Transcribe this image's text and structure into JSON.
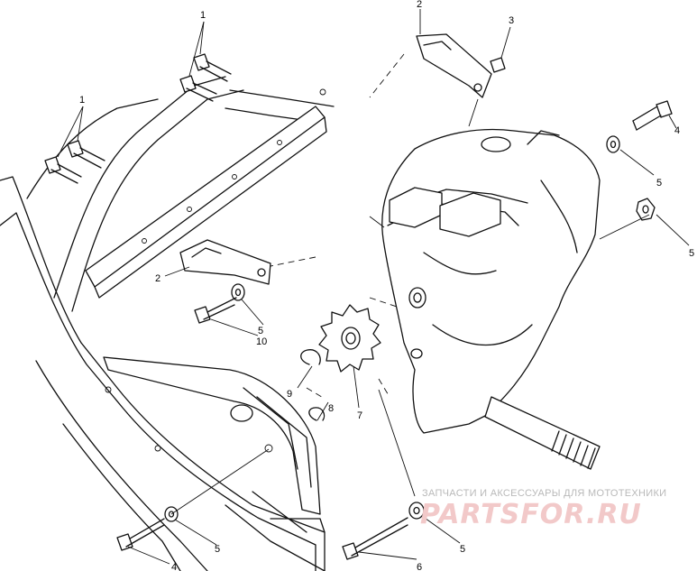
{
  "diagram": {
    "type": "exploded-parts-view",
    "callouts": [
      "1",
      "1",
      "2",
      "3",
      "4",
      "5",
      "5",
      "2",
      "10",
      "5",
      "9",
      "8",
      "7",
      "4",
      "5",
      "6",
      "5"
    ]
  },
  "watermark": {
    "tagline": "ЗАПЧАСТИ И АКСЕССУАРЫ ДЛЯ МОТОТЕХНИКИ",
    "brand": "PARTSFOR.RU",
    "colors": {
      "tagline": "#b9b9b9",
      "brand": "#f2c9c9"
    }
  },
  "colors": {
    "ink": "#111111",
    "background": "#ffffff"
  }
}
